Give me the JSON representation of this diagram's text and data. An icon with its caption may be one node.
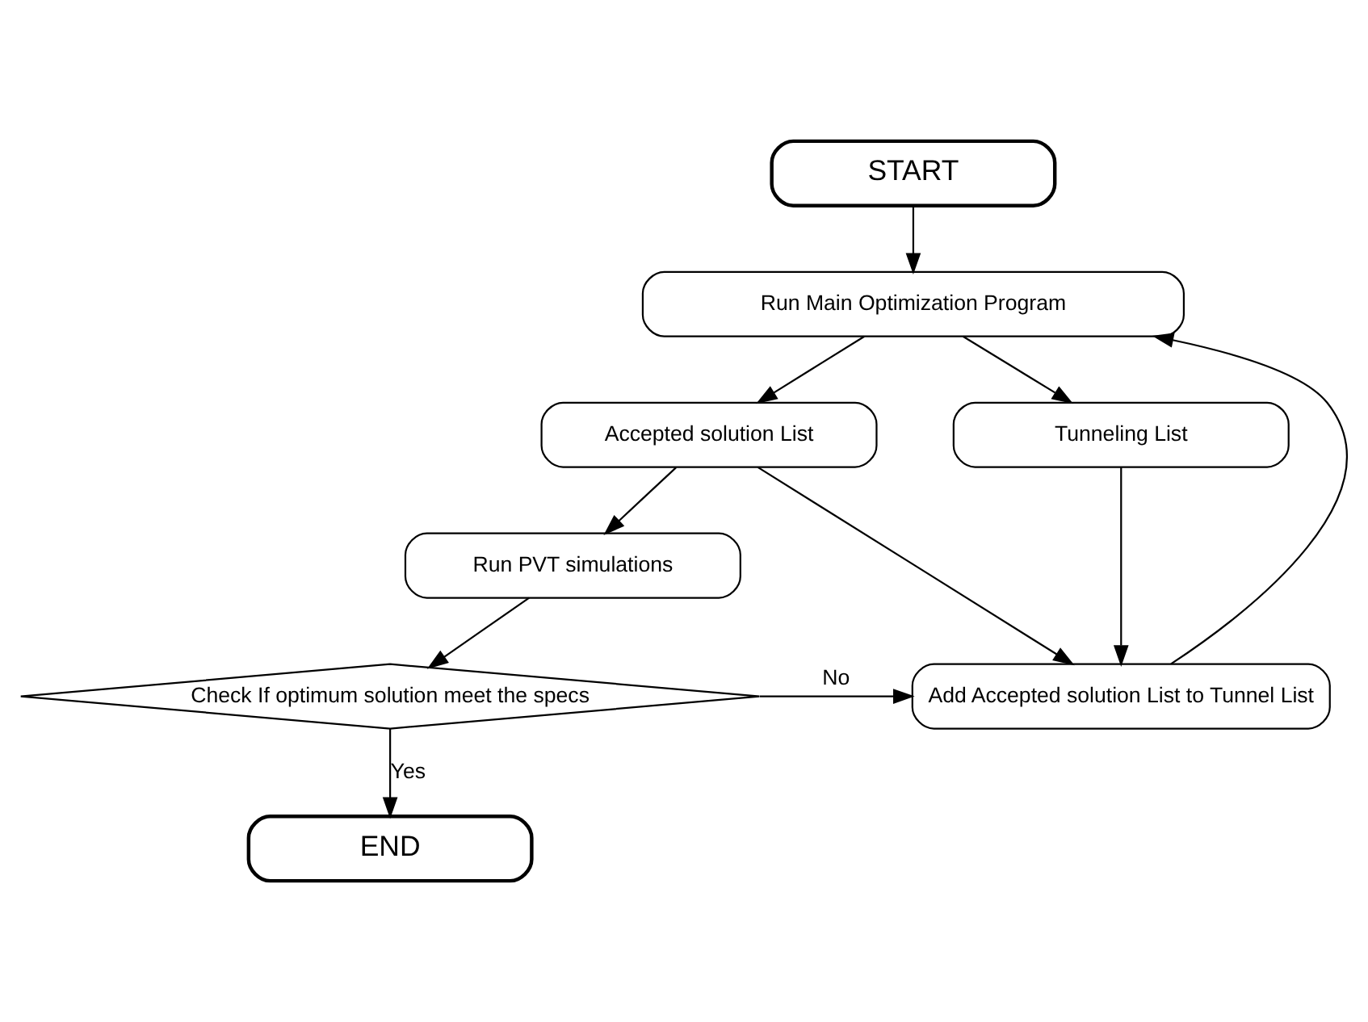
{
  "diagram": {
    "nodes": [
      {
        "text": [
          "START"
        ]
      },
      {
        "text": [
          "Run Main Optimization Program"
        ]
      },
      {
        "text": [
          "Accepted solution List"
        ]
      },
      {
        "text": [
          "Tunneling List"
        ]
      },
      {
        "text": [
          "Run PVT simulations"
        ]
      },
      {
        "text": [
          "Check If optimum solution meet the specs"
        ]
      },
      {
        "text": [
          "Add Accepted solution List to Tunnel List"
        ]
      },
      {
        "text": [
          "END"
        ]
      }
    ],
    "edges": [
      {
        "from": 0,
        "to": 1,
        "arrow": "to"
      },
      {
        "from": 1,
        "to": 2,
        "arrow": "to"
      },
      {
        "from": 1,
        "to": 3,
        "arrow": "to"
      },
      {
        "from": 2,
        "to": 4,
        "arrow": "to"
      },
      {
        "from": 2,
        "to": 6,
        "arrow": "to"
      },
      {
        "from": 3,
        "to": 6,
        "arrow": "to"
      },
      {
        "from": 4,
        "to": 5,
        "arrow": "to"
      },
      {
        "from": 5,
        "to": 6,
        "label": "No",
        "arrow": "to"
      },
      {
        "from": 5,
        "to": 7,
        "label": "Yes",
        "arrow": "to"
      },
      {
        "from": 6,
        "to": 1,
        "arrow": "to"
      }
    ]
  }
}
